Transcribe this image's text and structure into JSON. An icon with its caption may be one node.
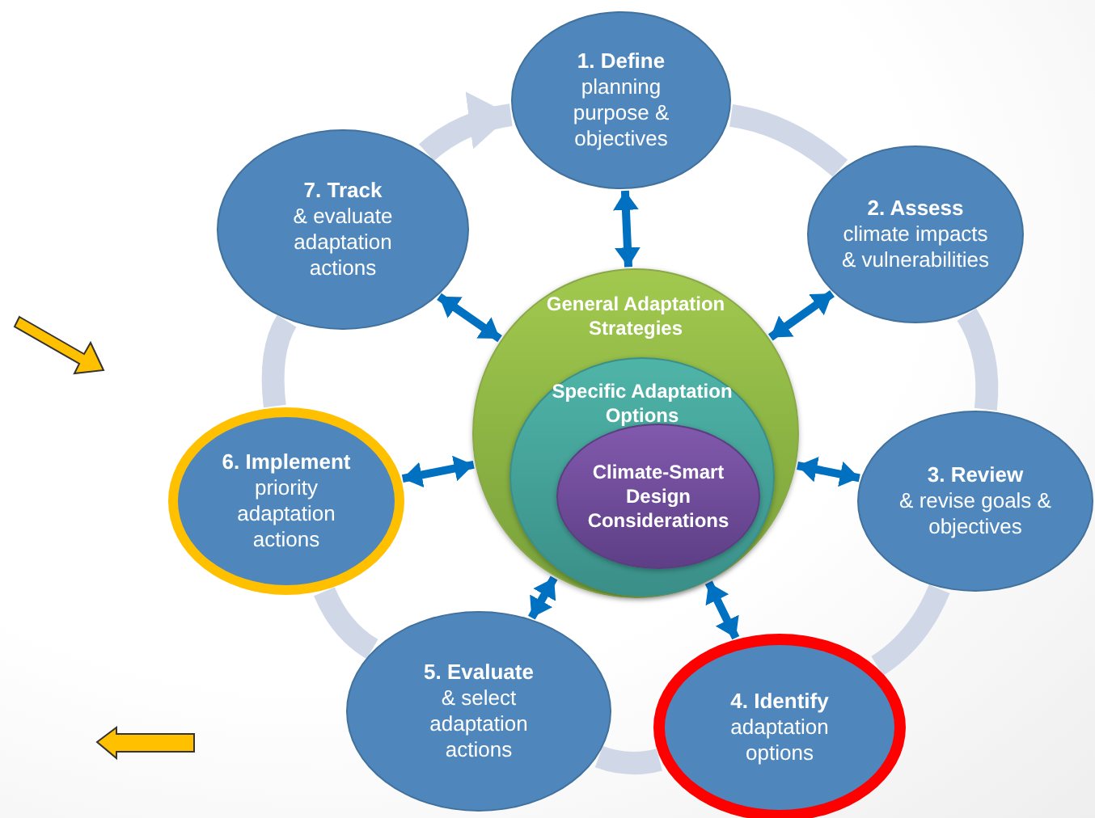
{
  "diagram": {
    "nodes": [
      {
        "text": [
          "1. Define",
          "planning purpose & objectives"
        ]
      },
      {
        "text": [
          "2. Assess",
          "climate impacts & vulnerabilities"
        ]
      },
      {
        "text": [
          "3. Review",
          "& revise goals & objectives"
        ]
      },
      {
        "text": [
          "4. Identify",
          "adaptation options"
        ]
      },
      {
        "text": [
          "5. Evaluate",
          "& select adaptation actions"
        ]
      },
      {
        "text": [
          "6. Implement",
          "priority adaptation actions"
        ]
      },
      {
        "text": [
          "7. Track",
          "& evaluate adaptation actions"
        ]
      },
      {
        "text": [
          "General Adaptation Strategies"
        ]
      },
      {
        "text": [
          "Specific Adaptation Options"
        ],
        "in": 7
      },
      {
        "text": [
          "Climate-Smart Design Considerations"
        ],
        "in": 8
      }
    ],
    "edges": [
      {
        "from": 7,
        "to": 0,
        "arrow": "both"
      },
      {
        "from": 7,
        "to": 1,
        "arrow": "both"
      },
      {
        "from": 7,
        "to": 2,
        "arrow": "both"
      },
      {
        "from": 7,
        "to": 3,
        "arrow": "both"
      },
      {
        "from": 7,
        "to": 4,
        "arrow": "both"
      },
      {
        "from": 7,
        "to": 5,
        "arrow": "both"
      },
      {
        "from": 7,
        "to": 6,
        "arrow": "both"
      },
      {
        "from": 0,
        "to": 1,
        "arrow": "none",
        "style": "thick",
        "color": "#d0d8e8"
      },
      {
        "from": 1,
        "to": 2,
        "arrow": "none",
        "style": "thick",
        "color": "#d0d8e8"
      },
      {
        "from": 2,
        "to": 3,
        "arrow": "none",
        "style": "thick",
        "color": "#d0d8e8"
      },
      {
        "from": 3,
        "to": 4,
        "arrow": "none",
        "style": "thick",
        "color": "#d0d8e8"
      },
      {
        "from": 4,
        "to": 5,
        "arrow": "none",
        "style": "thick",
        "color": "#d0d8e8"
      },
      {
        "from": 5,
        "to": 6,
        "arrow": "none",
        "style": "thick",
        "color": "#d0d8e8"
      },
      {
        "from": 6,
        "to": 0,
        "arrow": "to",
        "style": "thick",
        "color": "#d0d8e8"
      }
    ]
  }
}
